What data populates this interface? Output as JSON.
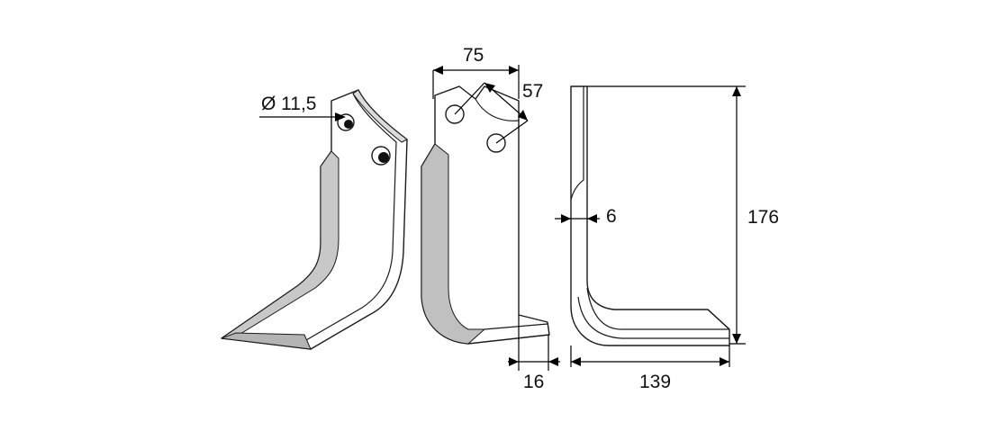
{
  "colors": {
    "line": "#1a1a1a",
    "bevel_shade": "#c8c8c8",
    "bevel_dark": "#9a9a9a",
    "background": "#ffffff"
  },
  "dimensions": {
    "hole_diameter": "Ø 11,5",
    "width_top": "75",
    "hole_spacing": "57",
    "thickness": "6",
    "height": "176",
    "tip_offset": "16",
    "length": "139"
  }
}
